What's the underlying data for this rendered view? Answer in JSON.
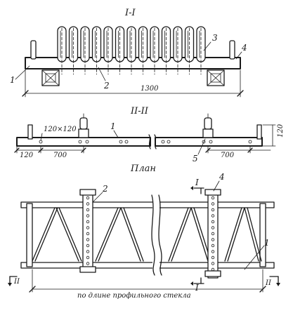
{
  "sections": {
    "section_1": "I-I",
    "section_2": "II-II",
    "plan": "План"
  },
  "dimensions": {
    "overall_length": "1300",
    "tube_size": "120×120",
    "spacing_left": "700",
    "spacing_right": "700",
    "left_offset": "120",
    "height": "120",
    "plan_length": "по длине профильного стекла"
  },
  "callouts": {
    "s1_1": "1",
    "s1_2": "2",
    "s1_3": "3",
    "s1_4": "4",
    "s2_1": "1",
    "s2_5": "5",
    "p_2": "2",
    "p_4": "4",
    "p_1": "1"
  },
  "section_marks": {
    "top_I": "I",
    "bottom_I": "I",
    "left_II": "II",
    "right_II": "II"
  }
}
